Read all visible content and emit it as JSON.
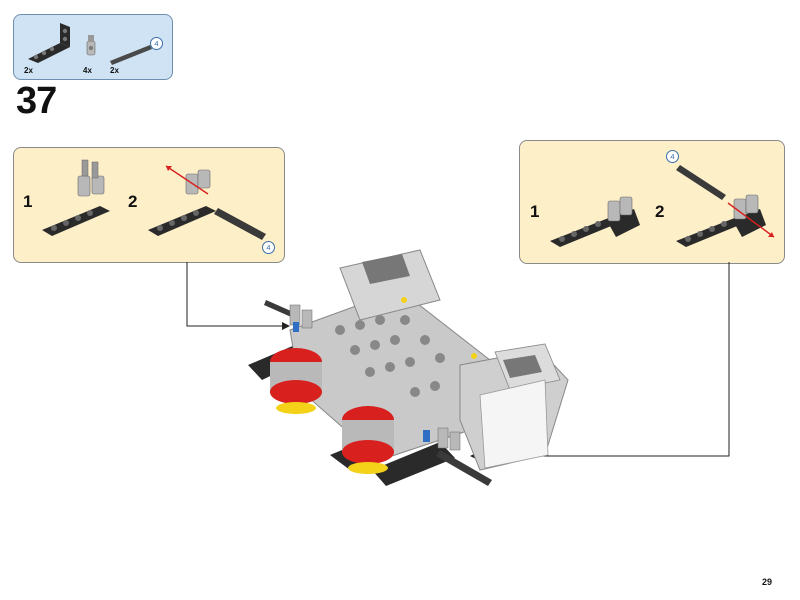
{
  "parts_list": {
    "items": [
      {
        "icon": "l-beam-icon",
        "quantity": "2x"
      },
      {
        "icon": "axle-pin-connector-icon",
        "quantity": "4x"
      },
      {
        "icon": "axle-icon",
        "quantity": "2x",
        "length_badge": "4"
      }
    ]
  },
  "step": {
    "number": "37"
  },
  "callout_left": {
    "sub_steps": [
      {
        "label": "1"
      },
      {
        "label": "2"
      }
    ],
    "axle_badge": "4"
  },
  "callout_right": {
    "sub_steps": [
      {
        "label": "1"
      },
      {
        "label": "2"
      }
    ],
    "axle_badge": "4"
  },
  "colors": {
    "callout_bg": "#fdefc8",
    "parts_bg": "#cfe3f5",
    "accent_red": "#d8201f",
    "part_black": "#2a2a2a",
    "part_gray": "#b8b8b8"
  },
  "page": {
    "number": "29"
  }
}
